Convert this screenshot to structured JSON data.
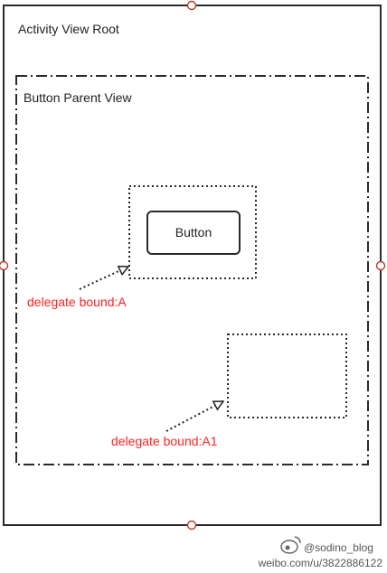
{
  "activity_root": {
    "label": "Activity View Root"
  },
  "button_parent": {
    "label": "Button Parent View"
  },
  "button": {
    "label": "Button"
  },
  "delegate_a": {
    "label": "delegate bound:A"
  },
  "delegate_a1": {
    "label": "delegate bound:A1"
  },
  "watermark": {
    "handle": "@sodino_blog",
    "url": "weibo.com/u/3822886122"
  },
  "colors": {
    "outline": "#2a2a2a",
    "annotation_red": "#ff2222",
    "handle_stroke": "#c0392b"
  }
}
